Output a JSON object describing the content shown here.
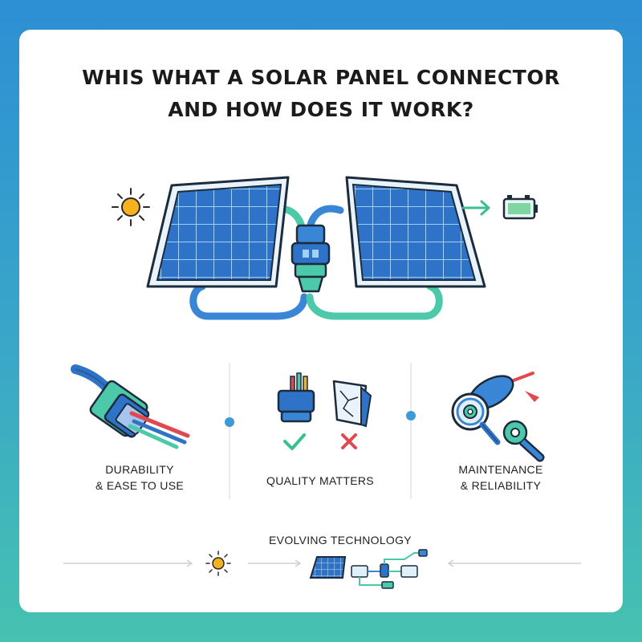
{
  "title": {
    "line1": "WHIS WHAT A SOLAR PANEL CONNECTOR",
    "line2": "AND HOW DOES IT WORK?"
  },
  "features": [
    {
      "line1": "DURABILITY",
      "line2": "& EASE TO USE"
    },
    {
      "line1": "QUALITY MATTERS",
      "line2": ""
    },
    {
      "line1": "MAINTENANCE",
      "line2": "& RELIABILITY"
    }
  ],
  "timeline": {
    "label": "EVOLVING TECHNOLOGY"
  },
  "colors": {
    "panel": "#2f73c9",
    "cable_green": "#4cc9a8",
    "cable_blue": "#3a86d6",
    "sun": "#f5b21c",
    "check": "#3bbf8f",
    "cross": "#e2484f",
    "accent_dot": "#3d9ad8"
  },
  "icons": [
    "sun-icon",
    "solar-panel-icon",
    "connector-icon",
    "battery-icon",
    "arrow-right-icon",
    "check-icon",
    "cross-icon",
    "gear-icon",
    "magnifier-icon",
    "wrench-icon"
  ]
}
